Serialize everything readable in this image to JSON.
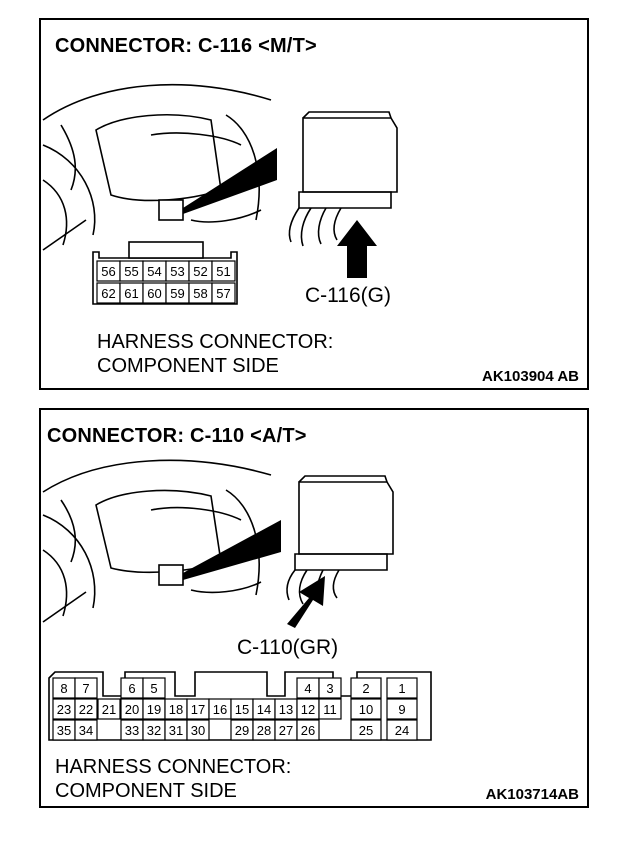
{
  "panel1": {
    "title": "CONNECTOR: C-116 <M/T>",
    "connector_label": "C-116(G)",
    "harness_line1": "HARNESS CONNECTOR:",
    "harness_line2": "COMPONENT SIDE",
    "code": "AK103904 AB",
    "pins_top": [
      "56",
      "55",
      "54",
      "53",
      "52",
      "51"
    ],
    "pins_bottom": [
      "62",
      "61",
      "60",
      "59",
      "58",
      "57"
    ]
  },
  "panel2": {
    "title": "CONNECTOR: C-110 <A/T>",
    "connector_label": "C-110(GR)",
    "harness_line1": "HARNESS CONNECTOR:",
    "harness_line2": "COMPONENT SIDE",
    "code": "AK103714AB",
    "pins_r1": [
      "8",
      "7",
      "6",
      "5",
      "4",
      "3",
      "2",
      "1"
    ],
    "pins_r2": [
      "23",
      "22",
      "21",
      "20",
      "19",
      "18",
      "17",
      "16",
      "15",
      "14",
      "13",
      "12",
      "11",
      "10",
      "9"
    ],
    "pins_r3": [
      "35",
      "34",
      "33",
      "32",
      "31",
      "30",
      "29",
      "28",
      "27",
      "26",
      "25",
      "24"
    ]
  }
}
